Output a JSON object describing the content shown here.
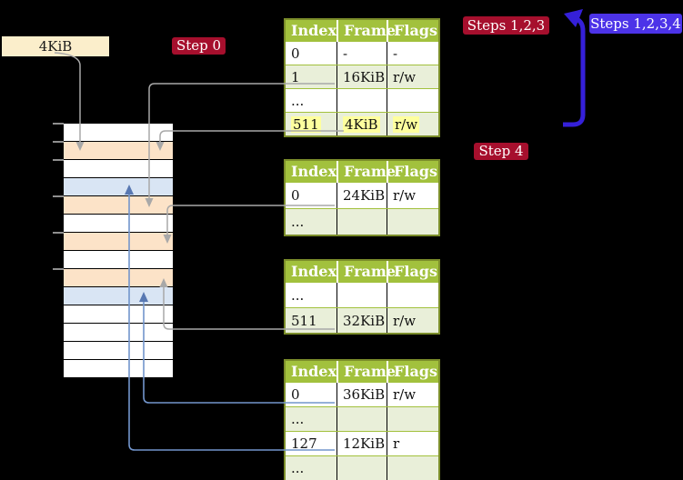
{
  "title": "Page table translation diagram",
  "labels": {
    "frame_size": "4KiB",
    "step0": "Step 0",
    "steps123": "Steps 1,2,3",
    "steps1234": "Steps 1,2,3,4",
    "step4": "Step 4"
  },
  "colors": {
    "background": "#000000",
    "table_header_green": "#a2c13d",
    "table_border_olive": "#7b8d2a",
    "table_row_shade": "#e9efd9",
    "highlight_yellow": "#feff9e",
    "label_cream": "#fbeecb",
    "label_crimson": "#a60f2d",
    "label_violet": "#4c33e8",
    "frame_orange": "#fce3c8",
    "frame_blue": "#d9e5f4",
    "connector_gray": "#a8a8a8",
    "connector_blue": "#7295cc",
    "arrow_violet": "#3520d9"
  },
  "memory": {
    "rows": [
      {
        "cls": "mem-row c-white"
      },
      {
        "cls": "mem-row c-orange"
      },
      {
        "cls": "mem-row c-white"
      },
      {
        "cls": "mem-row c-blue"
      },
      {
        "cls": "mem-row c-orange"
      },
      {
        "cls": "mem-row c-white"
      },
      {
        "cls": "mem-row c-orange"
      },
      {
        "cls": "mem-row c-white"
      },
      {
        "cls": "mem-row c-orange"
      },
      {
        "cls": "mem-row c-blue"
      },
      {
        "cls": "mem-row c-white"
      },
      {
        "cls": "mem-row c-white"
      },
      {
        "cls": "mem-row c-white"
      },
      {
        "cls": "mem-row c-white"
      }
    ]
  },
  "tables": [
    {
      "headers": [
        "Index",
        "Frame",
        "Flags"
      ],
      "rows": [
        {
          "cells": [
            "0",
            "-",
            "-"
          ]
        },
        {
          "cells": [
            "1",
            "16KiB",
            "r/w"
          ]
        },
        {
          "cells": [
            "...",
            "",
            ""
          ]
        },
        {
          "cells": [
            "511",
            "4KiB",
            "r/w"
          ],
          "highlighted": true
        }
      ]
    },
    {
      "headers": [
        "Index",
        "Frame",
        "Flags"
      ],
      "rows": [
        {
          "cells": [
            "0",
            "24KiB",
            "r/w"
          ]
        },
        {
          "cells": [
            "...",
            "",
            ""
          ]
        }
      ]
    },
    {
      "headers": [
        "Index",
        "Frame",
        "Flags"
      ],
      "rows": [
        {
          "cells": [
            "...",
            "",
            ""
          ]
        },
        {
          "cells": [
            "511",
            "32KiB",
            "r/w"
          ]
        }
      ]
    },
    {
      "headers": [
        "Index",
        "Frame",
        "Flags"
      ],
      "rows": [
        {
          "cells": [
            "0",
            "36KiB",
            "r/w"
          ]
        },
        {
          "cells": [
            "...",
            "",
            ""
          ]
        },
        {
          "cells": [
            "127",
            "12KiB",
            "r"
          ]
        },
        {
          "cells": [
            "...",
            "",
            ""
          ]
        }
      ]
    }
  ]
}
